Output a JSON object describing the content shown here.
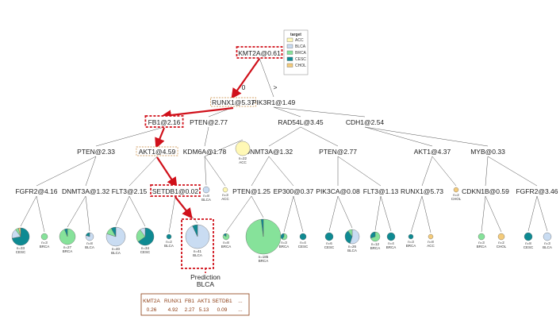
{
  "legend": {
    "title": "target",
    "items": [
      {
        "label": "ACC",
        "color": "#fff8b5"
      },
      {
        "label": "BLCA",
        "color": "#c9dcf2"
      },
      {
        "label": "BRCA",
        "color": "#86e29a"
      },
      {
        "label": "CESC",
        "color": "#0e8a92"
      },
      {
        "label": "CHOL",
        "color": "#f4cb7a"
      }
    ]
  },
  "nodes": {
    "root": "KMT2A@0.61",
    "runx1_top": "RUNX1@5.37",
    "pik3r1": "PIK3R1@1.49",
    "fb1": "FB1@2.16",
    "pten_l1": "PTEN@2.77",
    "rad54l": "RAD54L@3.45",
    "cdh1": "CDH1@2.54",
    "pten_l2": "PTEN@2.33",
    "akt1_l": "AKT1@4.59",
    "kdm6a": "KDM6A@1.78",
    "dnmt3a_r": "DNMT3A@1.32",
    "pten_r": "PTEN@2.77",
    "akt1_r": "AKT1@4.37",
    "myb": "MYB@0.33",
    "fgfr2_l": "FGFR2@4.16",
    "dnmt3a_l": "DNMT3A@1.32",
    "flt3_l": "FLT3@2.15",
    "setdb1": "SETDB1@0.02",
    "pten_lf": "PTEN@1.25",
    "ep300": "EP300@0.37",
    "pik3ca": "PIK3CA@0.08",
    "flt3_r": "FLT3@1.13",
    "runx1_r": "RUNX1@5.73",
    "cdkn1b": "CDKN1B@0.59",
    "fgfr2_r": "FGFR2@3.46"
  },
  "edge_labels": {
    "left": "0",
    "right": ">"
  },
  "leaves": [
    {
      "n": "n=33",
      "cls": "CESC"
    },
    {
      "n": "n=3",
      "cls": "BRCA"
    },
    {
      "n": "n=27",
      "cls": "BRCA"
    },
    {
      "n": "n=8",
      "cls": "BLCA"
    },
    {
      "n": "n=40",
      "cls": "BLCA"
    },
    {
      "n": "n=34",
      "cls": "CESC"
    },
    {
      "n": "n=2",
      "cls": "BLCA"
    },
    {
      "n": "n=41",
      "cls": "BLCA"
    },
    {
      "n": "n=8",
      "cls": "BLCA"
    },
    {
      "n": "n=3",
      "cls": "ACC"
    },
    {
      "n": "n=22",
      "cls": "ACC"
    },
    {
      "n": "n=8",
      "cls": "BRCA"
    },
    {
      "n": "n=185",
      "cls": "BRCA"
    },
    {
      "n": "n=3",
      "cls": "BRCA"
    },
    {
      "n": "n=4",
      "cls": "CESC"
    },
    {
      "n": "n=6",
      "cls": "CESC"
    },
    {
      "n": "n=26",
      "cls": "BLCA"
    },
    {
      "n": "n=12",
      "cls": "BRCA"
    },
    {
      "n": "n=4",
      "cls": "BRCA"
    },
    {
      "n": "n=3",
      "cls": "BRCA"
    },
    {
      "n": "n=8",
      "cls": "ACC"
    },
    {
      "n": "n=2",
      "cls": "CHOL"
    },
    {
      "n": "n=3",
      "cls": "BRCA"
    },
    {
      "n": "n=2",
      "cls": "CHOL"
    },
    {
      "n": "n=8",
      "cls": "CESC"
    },
    {
      "n": "n=3",
      "cls": "BLCA"
    }
  ],
  "prediction": {
    "title": "Prediction",
    "value": "BLCA"
  },
  "feature_table": {
    "headers": [
      "KMT2A",
      "RUNX1",
      "FB1",
      "AKT1",
      "SETDB1",
      "..."
    ],
    "values": [
      "0.26",
      "4.92",
      "2.27",
      "5.13",
      "0.09",
      "..."
    ]
  }
}
